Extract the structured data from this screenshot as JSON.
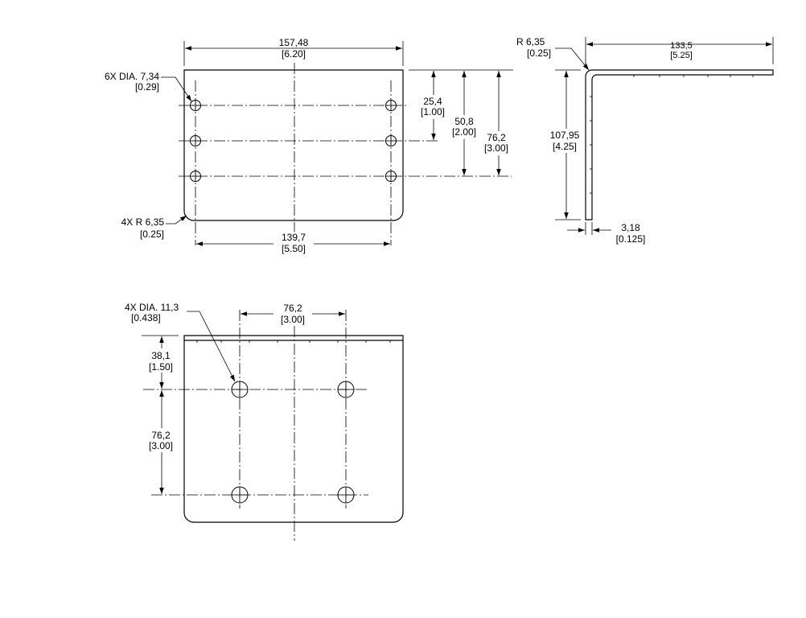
{
  "top_view": {
    "overall_width": {
      "mm": "157,48",
      "in": "[6.20]"
    },
    "hole_callout": {
      "mm": "6X DIA. 7,34",
      "in": "[0.29]"
    },
    "hole_row_1": {
      "mm": "25,4",
      "in": "[1.00]"
    },
    "hole_row_2": {
      "mm": "50,8",
      "in": "[2.00]"
    },
    "hole_row_3": {
      "mm": "76,2",
      "in": "[3.00]"
    },
    "corner_radius": {
      "mm": "4X R 6,35",
      "in": "[0.25]"
    },
    "hole_spacing": {
      "mm": "139,7",
      "in": "[5.50]"
    }
  },
  "side_view": {
    "bend_radius": {
      "mm": "R  6,35",
      "in": "[0.25]"
    },
    "flange_length": {
      "mm": "133,5",
      "in": "[5.25]"
    },
    "leg_height": {
      "mm": "107,95",
      "in": "[4.25]"
    },
    "thickness": {
      "mm": "3,18",
      "in": "[0.125]"
    }
  },
  "bottom_view": {
    "hole_callout": {
      "mm": "4X DIA. 11,3",
      "in": "[0.438]"
    },
    "hole_spacing": {
      "mm": "76,2",
      "in": "[3.00]"
    },
    "edge_offset": {
      "mm": "38,1",
      "in": "[1.50]"
    },
    "hole_pitch": {
      "mm": "76,2",
      "in": "[3.00]"
    }
  }
}
